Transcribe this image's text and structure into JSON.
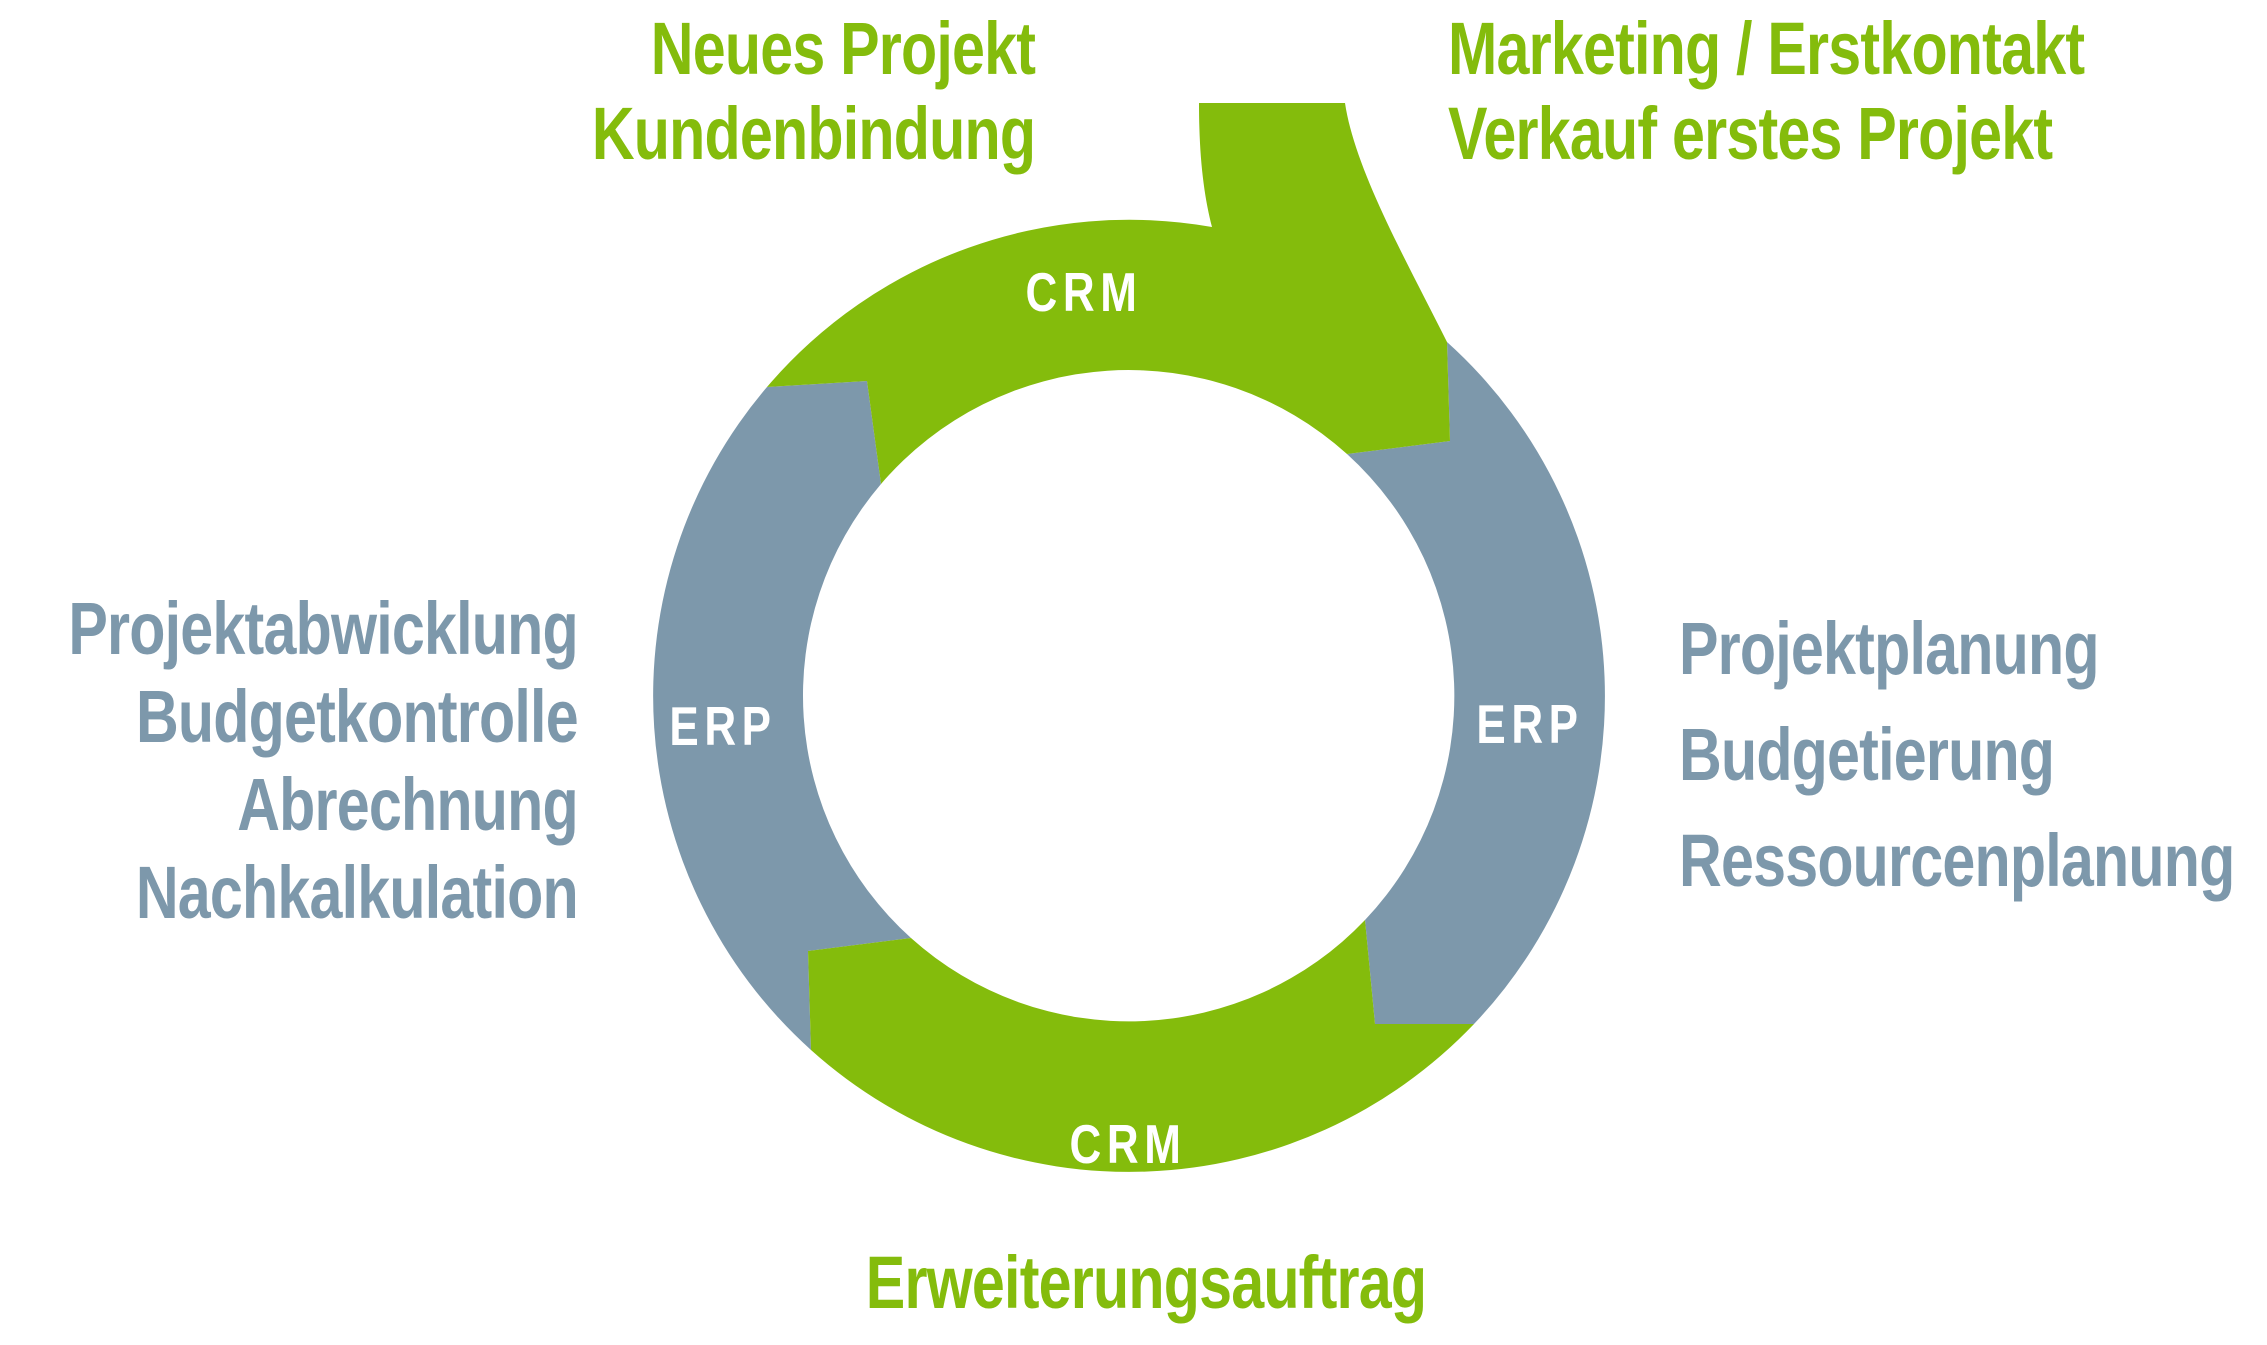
{
  "diagram": {
    "title_semantic": "CRM-ERP customer lifecycle ring",
    "colors": {
      "green": "#84bc0c",
      "blue": "#7d98ab",
      "segment_label": "#ffffff"
    },
    "ring": {
      "segments": [
        {
          "id": "top",
          "label": "CRM",
          "color": "green"
        },
        {
          "id": "right",
          "label": "ERP",
          "color": "blue"
        },
        {
          "id": "bottom",
          "label": "CRM",
          "color": "green"
        },
        {
          "id": "left",
          "label": "ERP",
          "color": "blue"
        }
      ]
    },
    "annotations": {
      "top_left": {
        "color": "green",
        "align": "right",
        "lines": [
          "Neues Projekt",
          "Kundenbindung"
        ]
      },
      "top_right": {
        "color": "green",
        "align": "left",
        "lines": [
          "Marketing / Erstkontakt",
          "Verkauf erstes Projekt"
        ]
      },
      "left": {
        "color": "blue",
        "align": "right",
        "lines": [
          "Projektabwicklung",
          "Budgetkontrolle",
          "Abrechnung",
          "Nachkalkulation"
        ]
      },
      "right": {
        "color": "blue",
        "align": "left",
        "lines": [
          "Projektplanung",
          "Budgetierung",
          "Ressourcenplanung"
        ]
      },
      "bottom": {
        "color": "green",
        "align": "center",
        "lines": [
          "Erweiterungsauftrag"
        ]
      }
    }
  }
}
